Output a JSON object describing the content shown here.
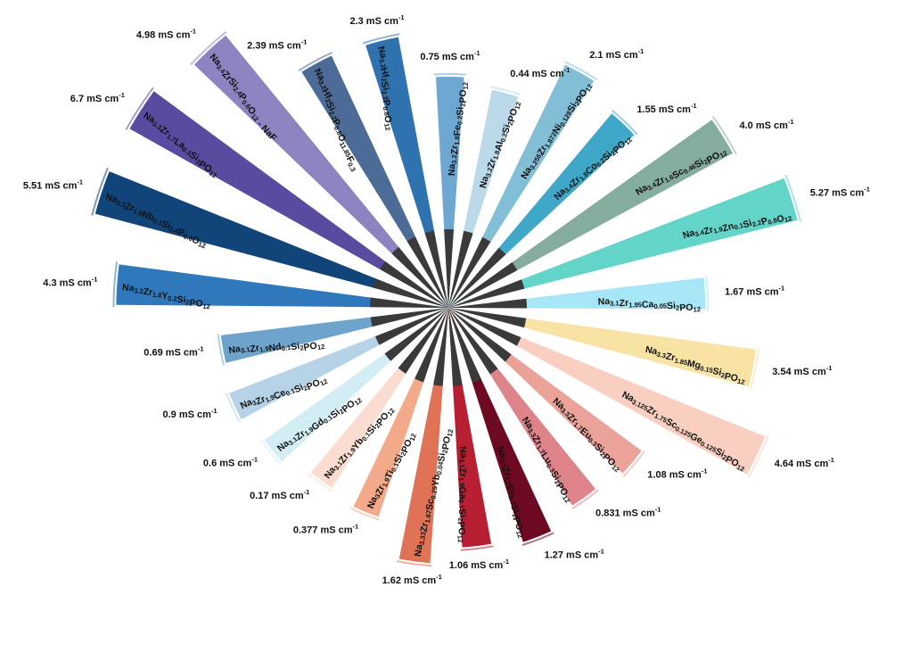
{
  "chart_data": {
    "type": "radial-bar",
    "unit": "mS cm",
    "unit_exponent": "-1",
    "items": [
      {
        "formula": [
          [
            "Na",
            "3.2"
          ],
          [
            "Zr",
            "1.8"
          ],
          [
            "Y",
            "0.2"
          ],
          [
            "Si",
            "2"
          ],
          [
            "PO",
            "12"
          ]
        ],
        "value": 4.3,
        "value_label": "4.3 mS cm",
        "color": "#2e78bb"
      },
      {
        "formula": [
          [
            "Na",
            "3.3"
          ],
          [
            "Zr",
            "1.9"
          ],
          [
            "Nb",
            "0.1"
          ],
          [
            "Si",
            "2.4"
          ],
          [
            "P",
            "0.6"
          ],
          [
            "O",
            "12"
          ]
        ],
        "value": 5.51,
        "value_label": "5.51 mS cm",
        "color": "#114478"
      },
      {
        "formula": [
          [
            "Na",
            "3.3"
          ],
          [
            "Zr",
            "1.7"
          ],
          [
            "La",
            "0.3"
          ],
          [
            "Si",
            "2"
          ],
          [
            "PO",
            "12"
          ]
        ],
        "value": 6.7,
        "value_label": "6.7 mS cm",
        "color": "#5a4aa0"
      },
      {
        "formula": [
          [
            "Na",
            "3.4"
          ],
          [
            "Zr",
            ""
          ],
          [
            "Si",
            "2.4"
          ],
          [
            "P",
            "0.6"
          ],
          [
            "O",
            "12"
          ],
          [
            " - NaF",
            ""
          ]
        ],
        "value": 4.98,
        "value_label": "4.98 mS cm",
        "color": "#8d83c0"
      },
      {
        "formula": [
          [
            "Na",
            "3.2"
          ],
          [
            "Hf",
            "2"
          ],
          [
            "Si",
            "2.2"
          ],
          [
            "P",
            "0.8"
          ],
          [
            "O",
            "11.85"
          ],
          [
            "F",
            "0.3"
          ]
        ],
        "value": 2.39,
        "value_label": "2.39 mS cm",
        "color": "#4c6b96"
      },
      {
        "formula": [
          [
            "Na",
            "3.2"
          ],
          [
            "Hf",
            "2"
          ],
          [
            "Si",
            "2.2"
          ],
          [
            "P",
            "0.8"
          ],
          [
            "O",
            "12"
          ]
        ],
        "value": 2.3,
        "value_label": "2.3 mS cm",
        "color": "#2f72b0"
      },
      {
        "formula": [
          [
            "Na",
            "3.2"
          ],
          [
            "Zr",
            "1.8"
          ],
          [
            "Fe",
            "0.2"
          ],
          [
            "Si",
            "2"
          ],
          [
            "PO",
            "12"
          ]
        ],
        "value": 0.75,
        "value_label": "0.75 mS cm",
        "color": "#6ea8d2"
      },
      {
        "formula": [
          [
            "Na",
            "3.2"
          ],
          [
            "Zr",
            "1.8"
          ],
          [
            "Al",
            "0.2"
          ],
          [
            "Si",
            "2"
          ],
          [
            "PO",
            "12"
          ]
        ],
        "value": 0.44,
        "value_label": "0.44 mS cm",
        "color": "#bcd9ea"
      },
      {
        "formula": [
          [
            "Na",
            "3.256"
          ],
          [
            "Zr",
            "1.872"
          ],
          [
            "Ni",
            "0.128"
          ],
          [
            "Si",
            "2"
          ],
          [
            "PO",
            "12"
          ]
        ],
        "value": 2.1,
        "value_label": "2.1 mS cm",
        "color": "#82bfd6"
      },
      {
        "formula": [
          [
            "Na",
            "3.4"
          ],
          [
            "Zr",
            "1.8"
          ],
          [
            "Co",
            "0.2"
          ],
          [
            "Si",
            "2"
          ],
          [
            "PO",
            "12"
          ]
        ],
        "value": 1.55,
        "value_label": "1.55 mS cm",
        "color": "#3fa8c8"
      },
      {
        "formula": [
          [
            "Na",
            "3.4"
          ],
          [
            "Zr",
            "1.6"
          ],
          [
            "Sc",
            "0.46"
          ],
          [
            "Si",
            "2"
          ],
          [
            "PO",
            "12"
          ]
        ],
        "value": 4.0,
        "value_label": "4.0 mS cm",
        "color": "#85ad9e"
      },
      {
        "formula": [
          [
            "Na",
            "3.4"
          ],
          [
            "Zr",
            "1.9"
          ],
          [
            "Zn",
            "0.1"
          ],
          [
            "Si",
            "2.2"
          ],
          [
            "P",
            "0.8"
          ],
          [
            "O",
            "12"
          ]
        ],
        "value": 5.27,
        "value_label": "5.27 mS cm",
        "color": "#62d4c8"
      },
      {
        "formula": [
          [
            "Na",
            "3.1"
          ],
          [
            "Zr",
            "1.95"
          ],
          [
            "Ca",
            "0.05"
          ],
          [
            "Si",
            "2"
          ],
          [
            "PO",
            "12"
          ]
        ],
        "value": 1.67,
        "value_label": "1.67 mS cm",
        "color": "#a6e6f6"
      },
      {
        "formula": [
          [
            "Na",
            "3.3"
          ],
          [
            "Zr",
            "1.85"
          ],
          [
            "Mg",
            "0.15"
          ],
          [
            "Si",
            "2"
          ],
          [
            "PO",
            "12"
          ]
        ],
        "value": 3.54,
        "value_label": "3.54 mS cm",
        "color": "#f8e2a4"
      },
      {
        "formula": [
          [
            "Na",
            "3.125"
          ],
          [
            "Zr",
            "1.75"
          ],
          [
            "Sc",
            "0.125"
          ],
          [
            "Ge",
            "0.125"
          ],
          [
            "Si",
            "2"
          ],
          [
            "PO",
            "12"
          ]
        ],
        "value": 4.64,
        "value_label": "4.64 mS cm",
        "color": "#f8cfc0"
      },
      {
        "formula": [
          [
            "Na",
            "3.3"
          ],
          [
            "Zr",
            "1.7"
          ],
          [
            "Eu",
            "0.3"
          ],
          [
            "Si",
            "2"
          ],
          [
            "PO",
            "12"
          ]
        ],
        "value": 1.08,
        "value_label": "1.08 mS cm",
        "color": "#eba299"
      },
      {
        "formula": [
          [
            "Na",
            "3.3"
          ],
          [
            "Zr",
            "1.7"
          ],
          [
            "Lu",
            "0.3"
          ],
          [
            "Si",
            "2"
          ],
          [
            "PO",
            "12"
          ]
        ],
        "value": 0.831,
        "value_label": "0.831 mS cm",
        "color": "#dd8389"
      },
      {
        "formula": [
          [
            "Na",
            "3.3"
          ],
          [
            "Zr",
            "1.7"
          ],
          [
            "Pr",
            "0.3"
          ],
          [
            "Si",
            "2"
          ],
          [
            "PO",
            "12"
          ]
        ],
        "value": 1.27,
        "value_label": "1.27 mS cm",
        "color": "#6d0a22"
      },
      {
        "formula": [
          [
            "Na",
            "3.1"
          ],
          [
            "Zr",
            "1.9"
          ],
          [
            "Ga",
            "0.1"
          ],
          [
            "Si",
            "2"
          ],
          [
            "PO",
            "12"
          ]
        ],
        "value": 1.06,
        "value_label": "1.06 mS cm",
        "color": "#b81f32"
      },
      {
        "formula": [
          [
            "Na",
            "3.33"
          ],
          [
            "Zr",
            "1.67"
          ],
          [
            "Sc",
            "0.29"
          ],
          [
            "Yb",
            "0.04"
          ],
          [
            "Si",
            "2"
          ],
          [
            "PO",
            "12"
          ]
        ],
        "value": 1.62,
        "value_label": "1.62 mS cm",
        "color": "#e07256"
      },
      {
        "formula": [
          [
            "Na",
            "3"
          ],
          [
            "Zr",
            "1.9"
          ],
          [
            "Ti",
            "0.1"
          ],
          [
            "Si",
            "2"
          ],
          [
            "PO",
            "12"
          ]
        ],
        "value": 0.377,
        "value_label": "0.377 mS cm",
        "color": "#f2aa8a"
      },
      {
        "formula": [
          [
            "Na",
            "3.1"
          ],
          [
            "Zr",
            "1.9"
          ],
          [
            "Yb",
            "0.1"
          ],
          [
            "Si",
            "2"
          ],
          [
            "PO",
            "12"
          ]
        ],
        "value": 0.17,
        "value_label": "0.17 mS cm",
        "color": "#fadcd0"
      },
      {
        "formula": [
          [
            "Na",
            "3.1"
          ],
          [
            "Zr",
            "1.9"
          ],
          [
            "Gd",
            "0.1"
          ],
          [
            "Si",
            "2"
          ],
          [
            "PO",
            "12"
          ]
        ],
        "value": 0.6,
        "value_label": "0.6 mS cm",
        "color": "#d2eef4"
      },
      {
        "formula": [
          [
            "Na",
            "3"
          ],
          [
            "Zr",
            "1.9"
          ],
          [
            "Ce",
            "0.1"
          ],
          [
            "Si",
            "2"
          ],
          [
            "PO",
            "12"
          ]
        ],
        "value": 0.9,
        "value_label": "0.9 mS cm",
        "color": "#b6d2e7"
      },
      {
        "formula": [
          [
            "Na",
            "3.1"
          ],
          [
            "Zr",
            "1.9"
          ],
          [
            "Nd",
            "0.1"
          ],
          [
            "Si",
            "2"
          ],
          [
            "PO",
            "12"
          ]
        ],
        "value": 0.69,
        "value_label": "0.69 mS cm",
        "color": "#6ea4cc"
      }
    ]
  }
}
